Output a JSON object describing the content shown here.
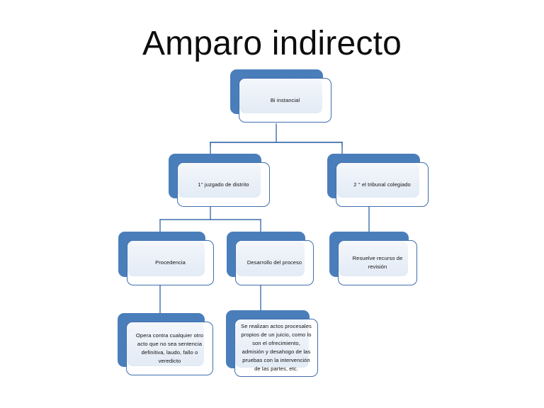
{
  "slide": {
    "title": "Amparo indirecto",
    "background_color": "#ffffff",
    "accent_color": "#4a7ebb",
    "border_color": "#3f6fae",
    "connector_color": "#3f6fae",
    "text_color": "#111111"
  },
  "nodes": {
    "root": {
      "label": "Bi instancial"
    },
    "juzgado": {
      "label": "1° juzgado de distrito"
    },
    "tribunal": {
      "label": "2 ° el tribunal colegiado"
    },
    "procedencia": {
      "label": "Procedencia"
    },
    "desarrollo": {
      "label": "Desarrollo del proceso"
    },
    "revision": {
      "label": "Resuelve recurso de revisión"
    },
    "opera": {
      "label": "Opera contra cualquier otro acto que no sea sentencia definitiva, laudo, fallo o veredicto"
    },
    "actos": {
      "label": "Se realizan actos procesales propios de un juicio, como lo son el ofrecimiento, admisión y desahogo de las pruebas con la intervención de las partes, etc."
    }
  }
}
